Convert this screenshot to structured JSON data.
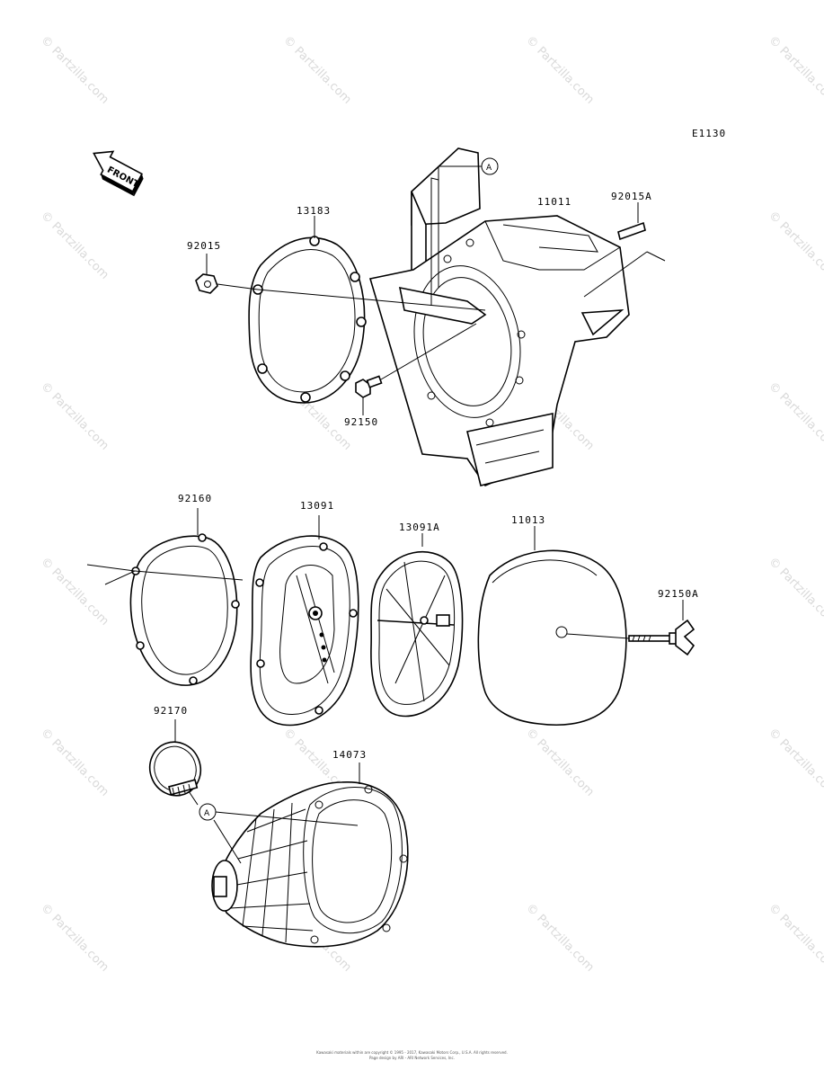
{
  "diagram_code": "E1130",
  "front_label": "FRONT",
  "ref_marker": "A",
  "watermark": "© Partzilla.com",
  "parts": {
    "p13183": "13183",
    "p11011": "11011",
    "p92015A": "92015A",
    "p92015": "92015",
    "p92150": "92150",
    "p92160": "92160",
    "p13091": "13091",
    "p13091A": "13091A",
    "p11013": "11013",
    "p92150A": "92150A",
    "p92170": "92170",
    "p14073": "14073"
  },
  "footer": {
    "line1": "Kawasaki materials within are copyright © 1995 - 2017, Kawasaki Motors Corp., U.S.A. All rights reserved.",
    "line2": "Page design by ARI - ARI Network Services, Inc."
  }
}
